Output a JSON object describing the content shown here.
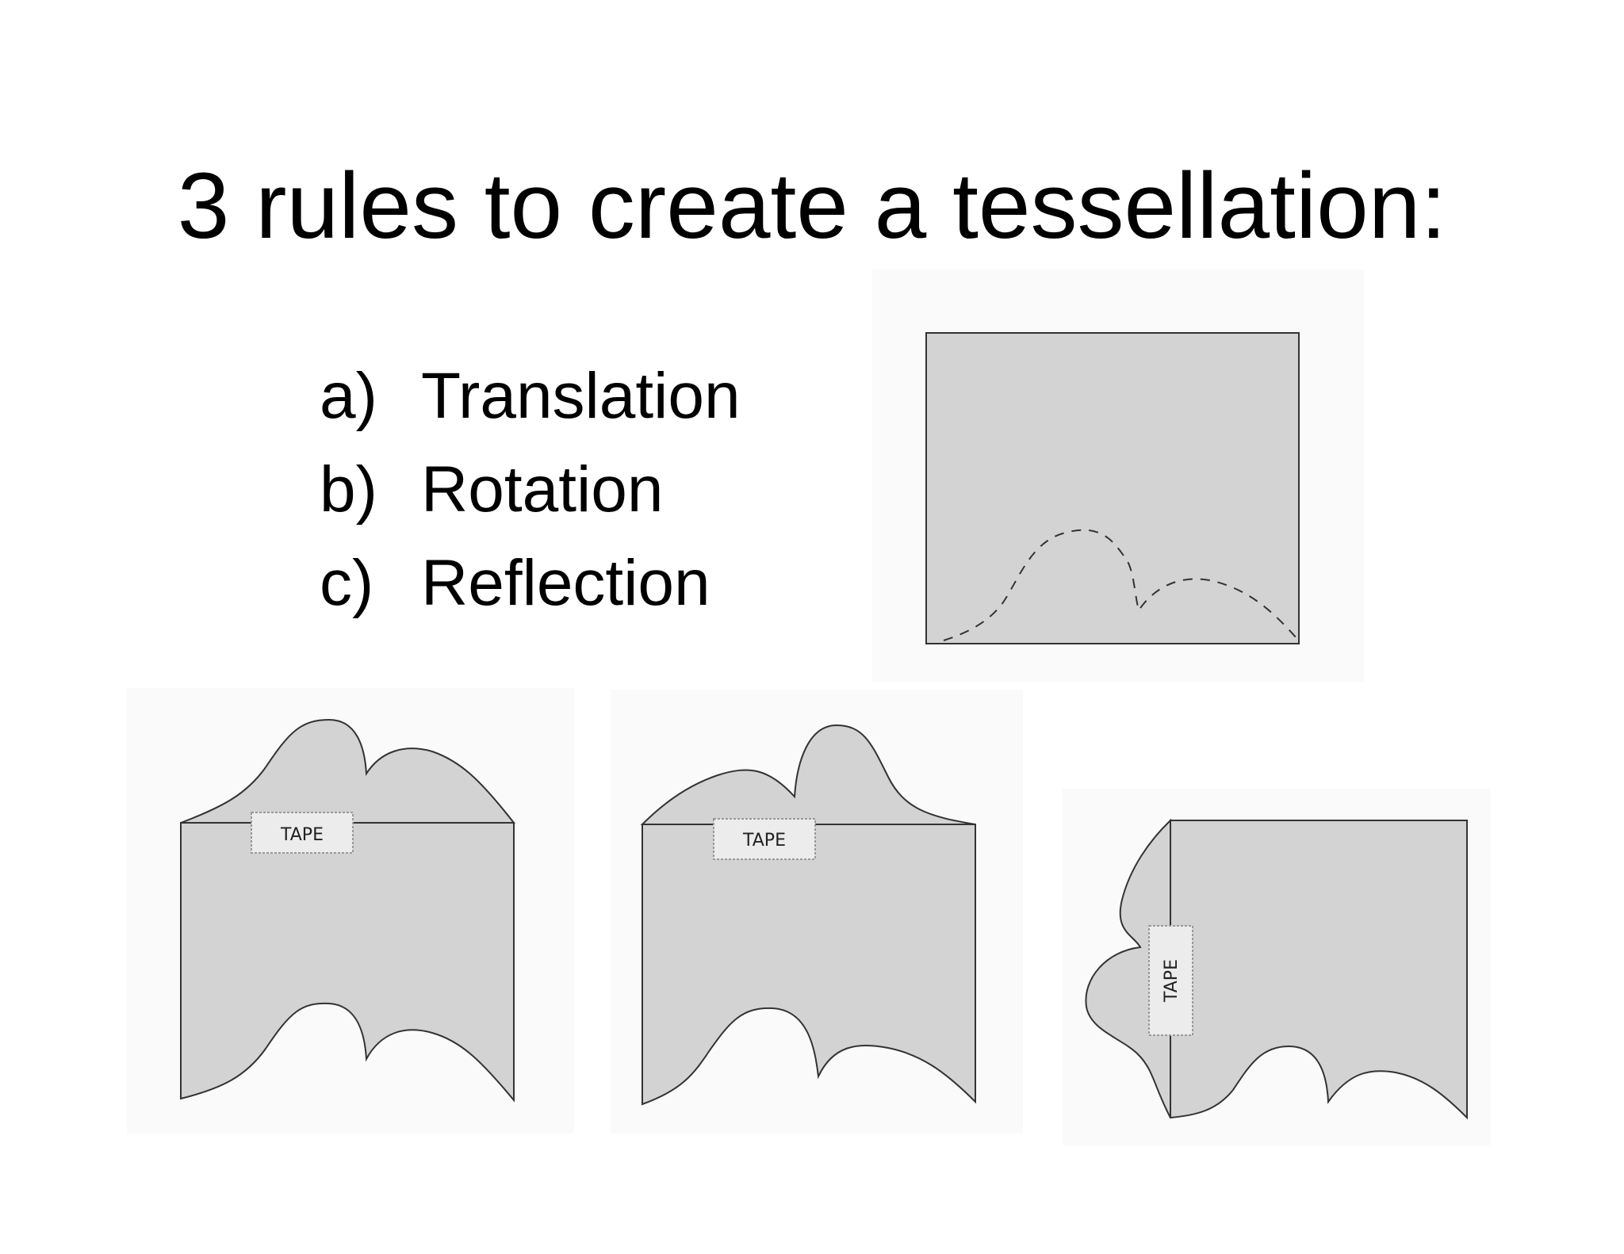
{
  "title": "3 rules to create a tessellation:",
  "rules": [
    {
      "marker": "a)",
      "text": "Translation"
    },
    {
      "marker": "b)",
      "text": "Rotation"
    },
    {
      "marker": "c)",
      "text": "Reflection"
    }
  ],
  "tape_label": "TAPE",
  "colors": {
    "shape_fill": "#d3d3d3",
    "shape_stroke": "#333333",
    "figure_background": "#fafafa",
    "tape_fill": "#ececec",
    "tape_stroke": "#999999",
    "text": "#000000"
  }
}
